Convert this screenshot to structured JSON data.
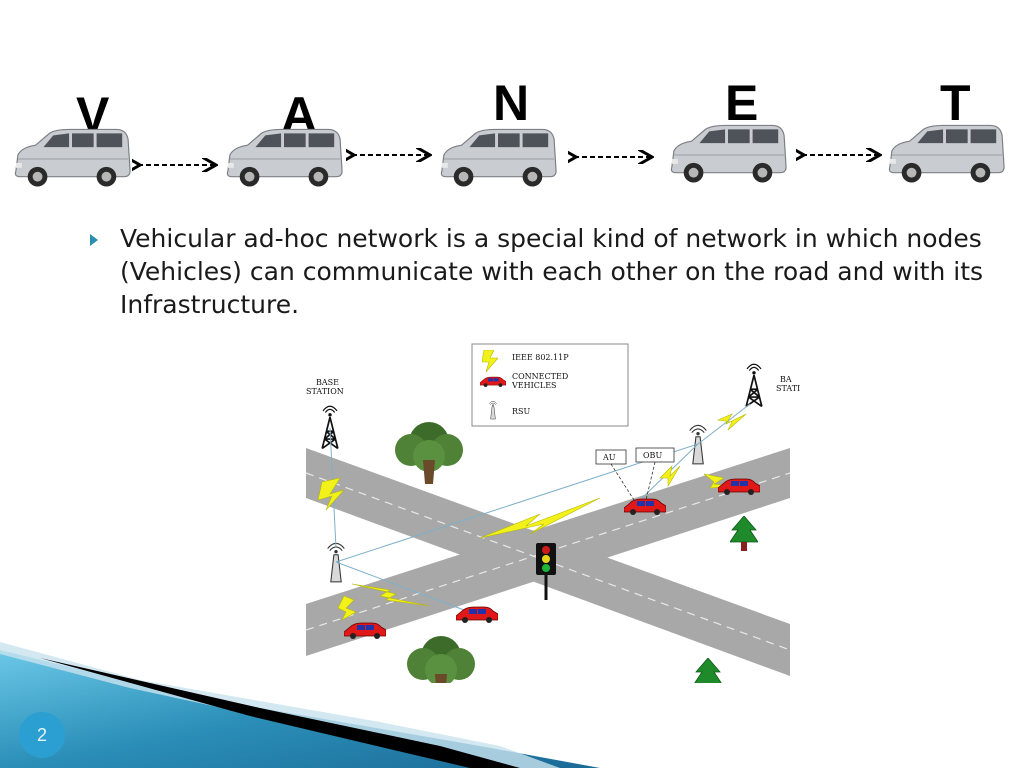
{
  "heading_letters": [
    "V",
    "A",
    "N",
    "E",
    "T"
  ],
  "bullet": {
    "text": "Vehicular ad-hoc network is a special kind of network in which nodes (Vehicles) can communicate with each other on the road and with its Infrastructure."
  },
  "diagram": {
    "legend": {
      "ieee": "IEEE 802.11P",
      "connected_1": "CONNECTED",
      "connected_2": "VEHICLES",
      "rsu": "RSU"
    },
    "base_station_left_1": "BASE",
    "base_station_left_2": "STATION",
    "base_station_right_1": "BA",
    "base_station_right_2": "STATI",
    "au_label": "AU",
    "obu_label": "OBU"
  },
  "slide_number": "2",
  "colors": {
    "accent": "#2a8fae",
    "page_circle": "#2b9fd2",
    "road": "#a8a8a8",
    "car": "#e01818",
    "lightning": "#f2f21a"
  }
}
